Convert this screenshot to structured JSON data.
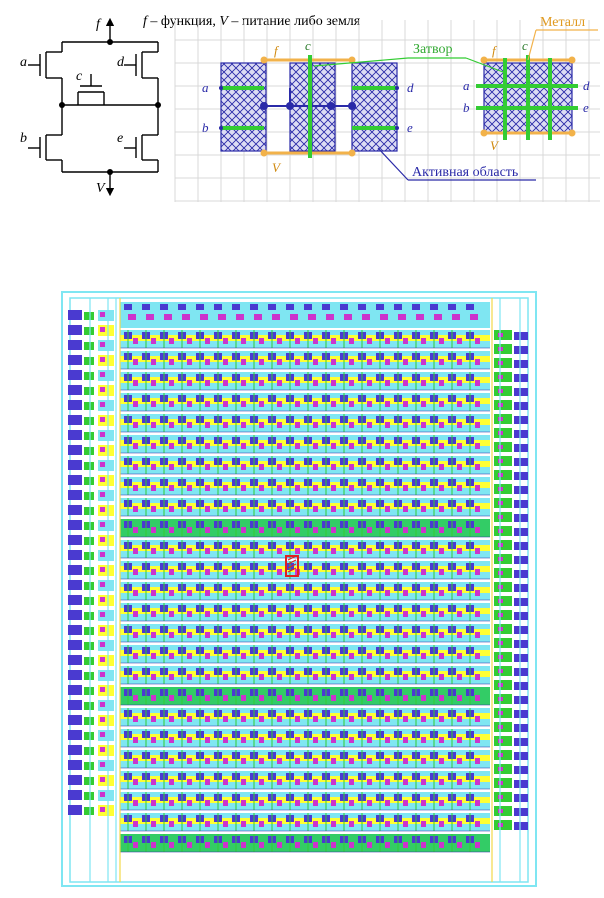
{
  "schematic": {
    "caption": {
      "f": "f",
      "f_desc": " – функция, ",
      "v": "V",
      "v_desc": " – питание либо земля"
    },
    "terminals": {
      "f": "f",
      "v": "V"
    },
    "gates": {
      "a": "a",
      "b": "b",
      "c": "c",
      "d": "d",
      "e": "e"
    }
  },
  "layout": {
    "labels": {
      "metal": "Металл",
      "gate": "Затвор",
      "active_area": "Активная область"
    },
    "cell1": {
      "a": "a",
      "b": "b",
      "c": "c",
      "d": "d",
      "e": "e",
      "f": "f",
      "v": "V"
    },
    "cell2": {
      "a": "a",
      "b": "b",
      "c": "c",
      "d": "d",
      "e": "e",
      "f": "f",
      "v": "V"
    }
  },
  "colors": {
    "metal": "#f2b24a",
    "gate": "#33cc33",
    "active": "#2a2aa8",
    "active_fill": "#dcdcf4",
    "grid": "#d8d8d8",
    "chip_cyan": "#7fe6f2",
    "chip_yellow": "#ffff33",
    "chip_purple": "#4a3ad0",
    "chip_magenta": "#cc33cc",
    "chip_green": "#33cc33",
    "chip_marker": "#e02020"
  }
}
